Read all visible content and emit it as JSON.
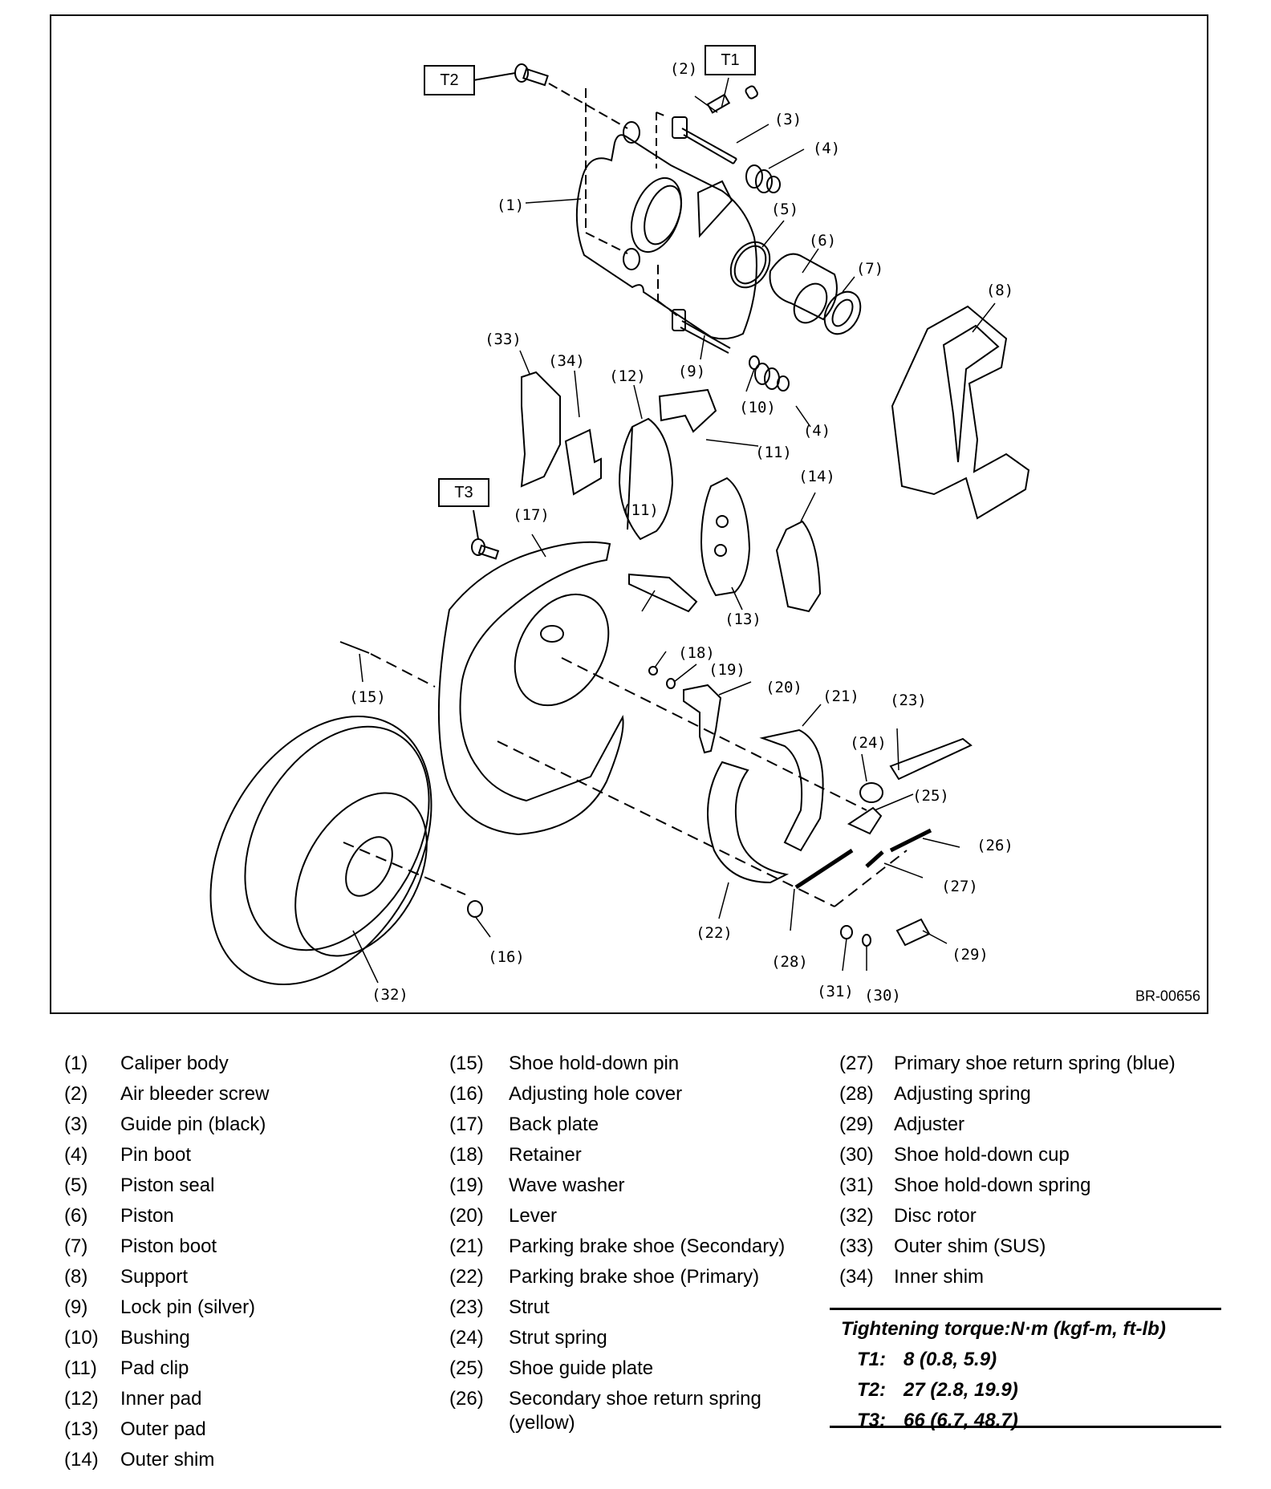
{
  "figure": {
    "id": "BR-00656",
    "torque_tags": [
      {
        "label": "T1"
      },
      {
        "label": "T2"
      },
      {
        "label": "T3"
      }
    ],
    "callouts": [
      "(1)",
      "(2)",
      "(3)",
      "(4)",
      "(4)",
      "(5)",
      "(6)",
      "(7)",
      "(8)",
      "(9)",
      "(10)",
      "(11)",
      "(11)",
      "(12)",
      "(13)",
      "(14)",
      "(15)",
      "(16)",
      "(17)",
      "(18)",
      "(19)",
      "(20)",
      "(21)",
      "(22)",
      "(23)",
      "(24)",
      "(25)",
      "(26)",
      "(27)",
      "(28)",
      "(29)",
      "(30)",
      "(31)",
      "(32)",
      "(33)",
      "(34)"
    ]
  },
  "legend": {
    "columns": [
      [
        {
          "num": "(1)",
          "name": "Caliper body"
        },
        {
          "num": "(2)",
          "name": "Air bleeder screw"
        },
        {
          "num": "(3)",
          "name": "Guide pin (black)"
        },
        {
          "num": "(4)",
          "name": "Pin boot"
        },
        {
          "num": "(5)",
          "name": "Piston seal"
        },
        {
          "num": "(6)",
          "name": "Piston"
        },
        {
          "num": "(7)",
          "name": "Piston boot"
        },
        {
          "num": "(8)",
          "name": "Support"
        },
        {
          "num": "(9)",
          "name": "Lock pin (silver)"
        },
        {
          "num": "(10)",
          "name": "Bushing"
        },
        {
          "num": "(11)",
          "name": "Pad clip"
        },
        {
          "num": "(12)",
          "name": "Inner pad"
        },
        {
          "num": "(13)",
          "name": "Outer pad"
        },
        {
          "num": "(14)",
          "name": "Outer shim"
        }
      ],
      [
        {
          "num": "(15)",
          "name": "Shoe hold-down pin"
        },
        {
          "num": "(16)",
          "name": "Adjusting hole cover"
        },
        {
          "num": "(17)",
          "name": "Back plate"
        },
        {
          "num": "(18)",
          "name": "Retainer"
        },
        {
          "num": "(19)",
          "name": "Wave washer"
        },
        {
          "num": "(20)",
          "name": "Lever"
        },
        {
          "num": "(21)",
          "name": "Parking brake shoe (Secondary)"
        },
        {
          "num": "(22)",
          "name": "Parking brake shoe (Primary)"
        },
        {
          "num": "(23)",
          "name": "Strut"
        },
        {
          "num": "(24)",
          "name": "Strut spring"
        },
        {
          "num": "(25)",
          "name": "Shoe guide plate"
        },
        {
          "num": "(26)",
          "name": "Secondary shoe return spring",
          "name2": "(yellow)"
        }
      ],
      [
        {
          "num": "(27)",
          "name": "Primary shoe return spring (blue)"
        },
        {
          "num": "(28)",
          "name": "Adjusting spring"
        },
        {
          "num": "(29)",
          "name": "Adjuster"
        },
        {
          "num": "(30)",
          "name": "Shoe hold-down cup"
        },
        {
          "num": "(31)",
          "name": "Shoe hold-down spring"
        },
        {
          "num": "(32)",
          "name": "Disc rotor"
        },
        {
          "num": "(33)",
          "name": "Outer shim (SUS)"
        },
        {
          "num": "(34)",
          "name": "Inner shim"
        }
      ]
    ]
  },
  "torque_table": {
    "header": "Tightening torque:N·m (kgf-m, ft-lb)",
    "rows": [
      {
        "tag": "T1:",
        "value": "8 (0.8, 5.9)"
      },
      {
        "tag": "T2:",
        "value": "27 (2.8, 19.9)"
      },
      {
        "tag": "T3:",
        "value": "66 (6.7, 48.7)"
      }
    ]
  }
}
